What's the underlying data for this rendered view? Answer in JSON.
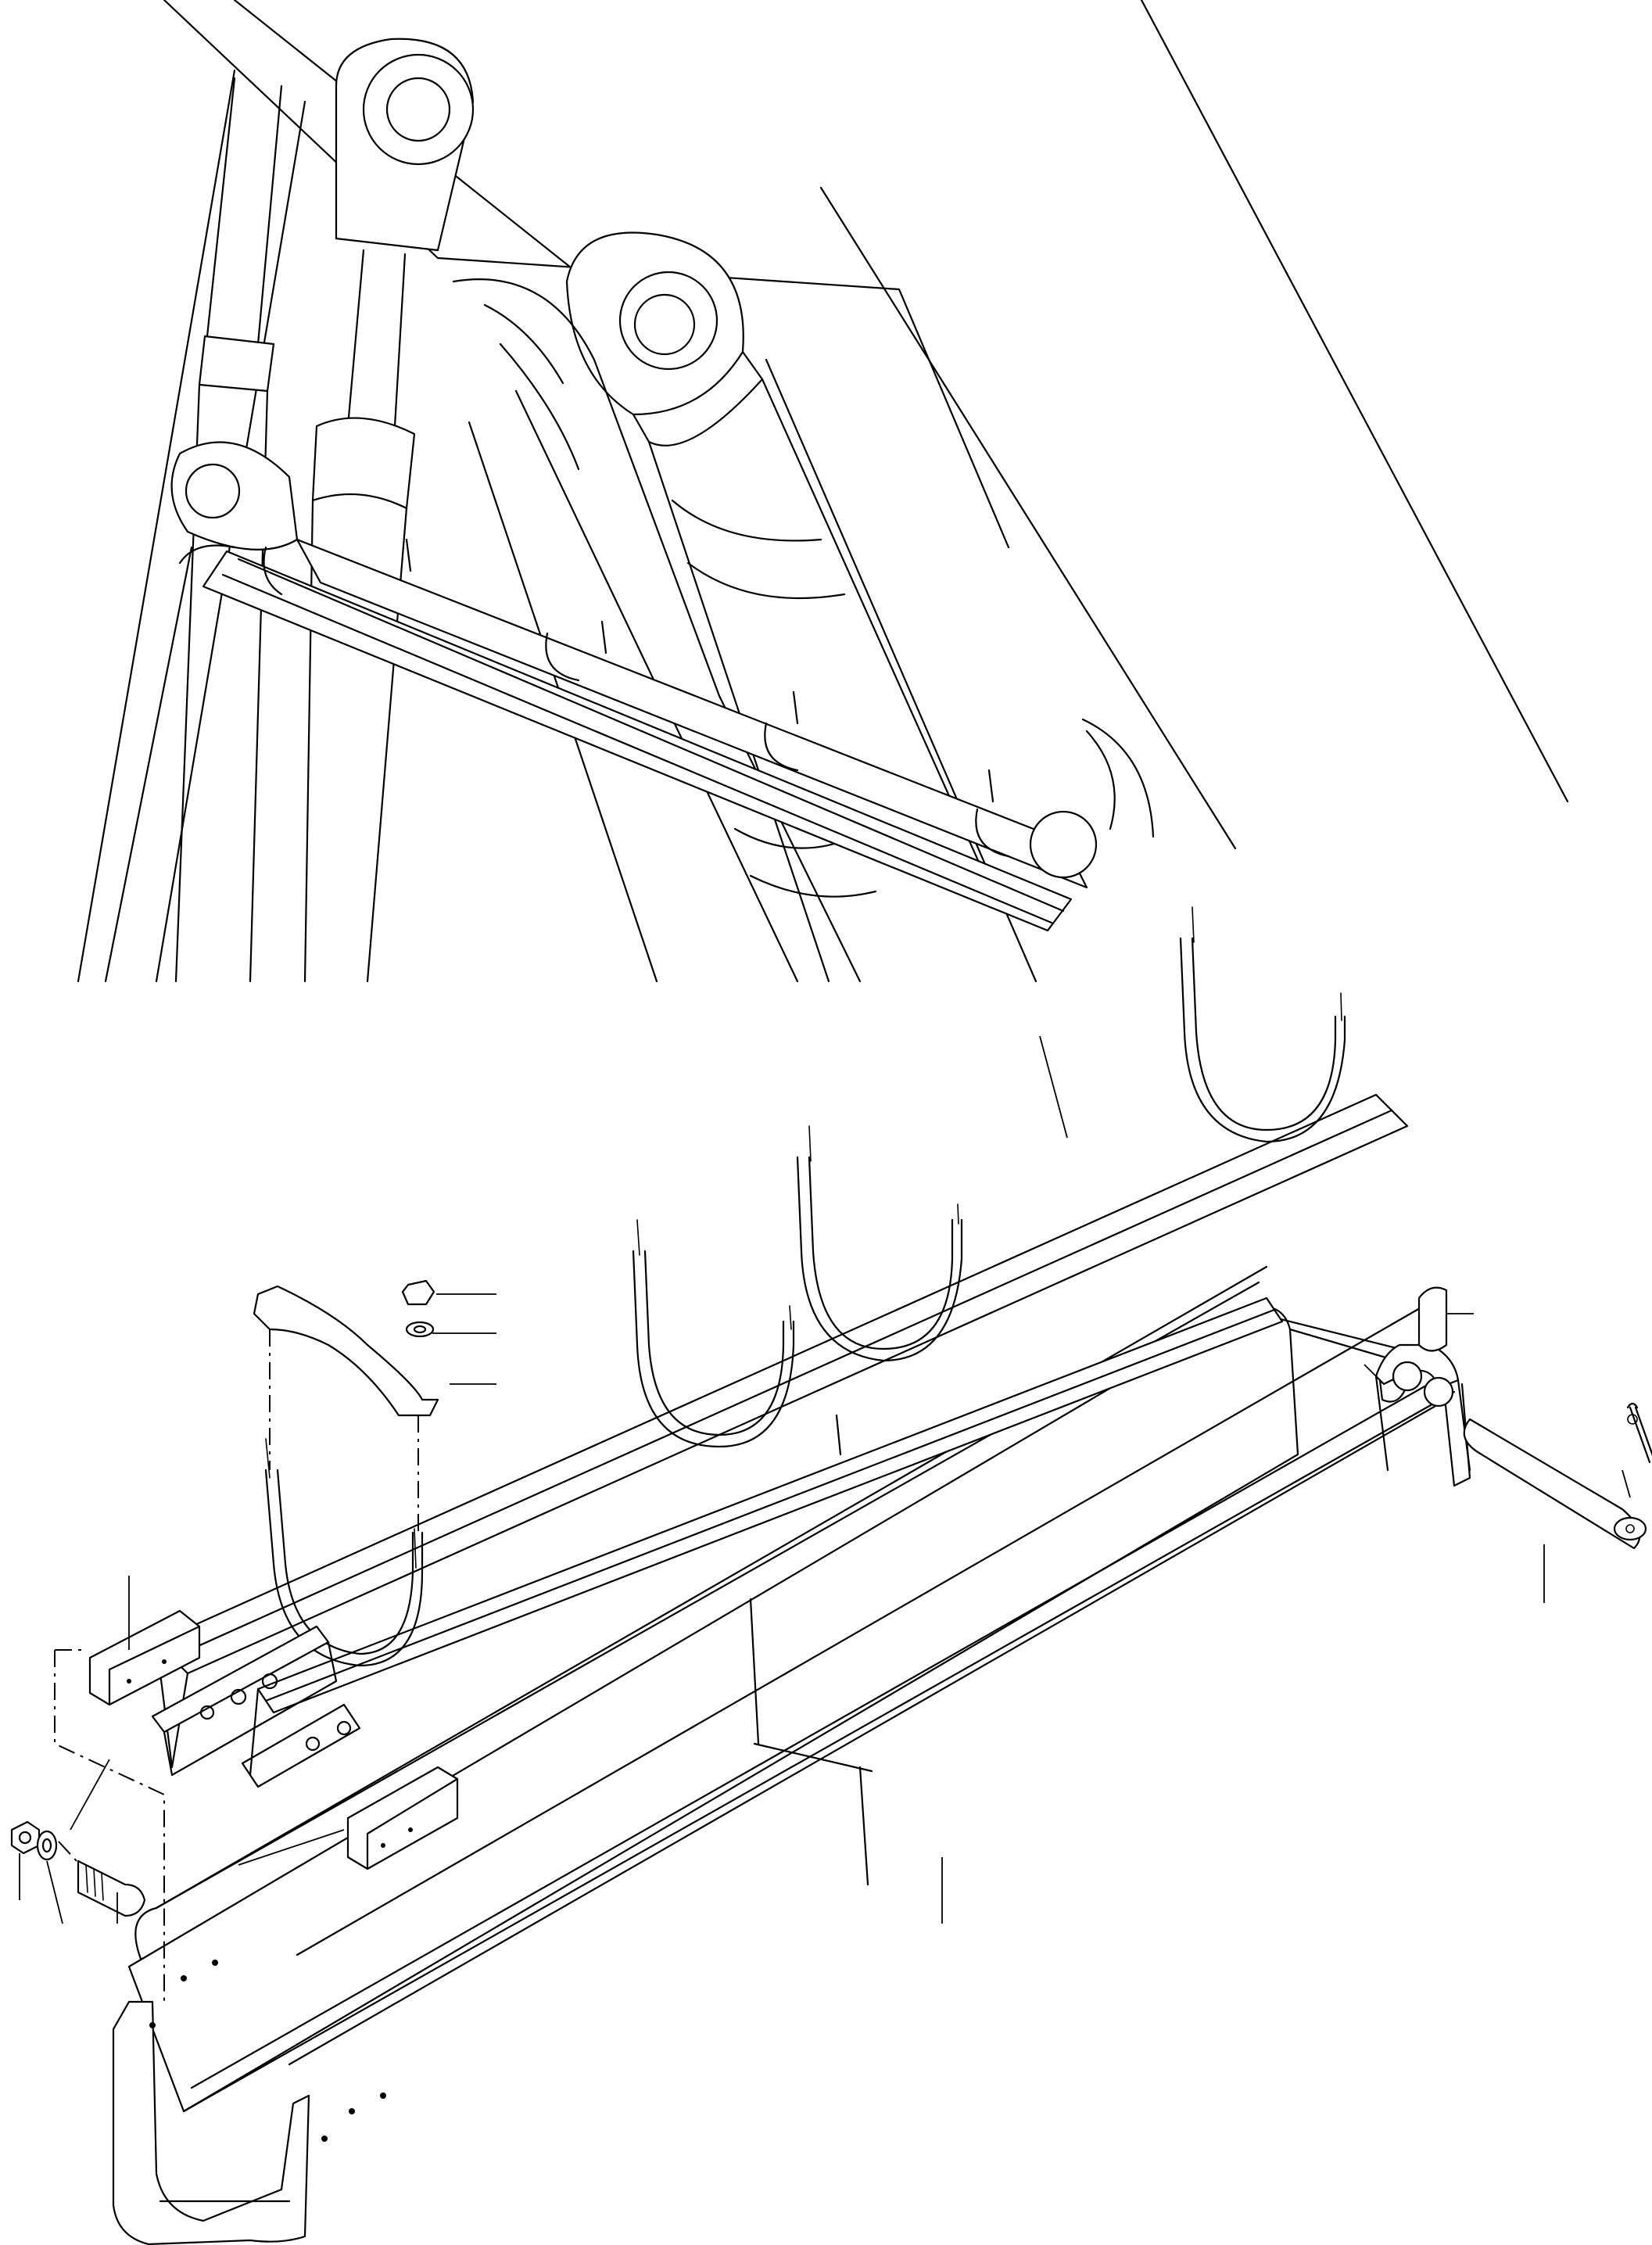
{
  "diagram": {
    "kind": "exploded-parts-illustration",
    "colors": {
      "line": "#000000",
      "background": "#ffffff"
    },
    "views": [
      {
        "id": "assembled-view",
        "description_text": ""
      },
      {
        "id": "exploded-view",
        "description_text": ""
      }
    ],
    "callout_labels": []
  }
}
